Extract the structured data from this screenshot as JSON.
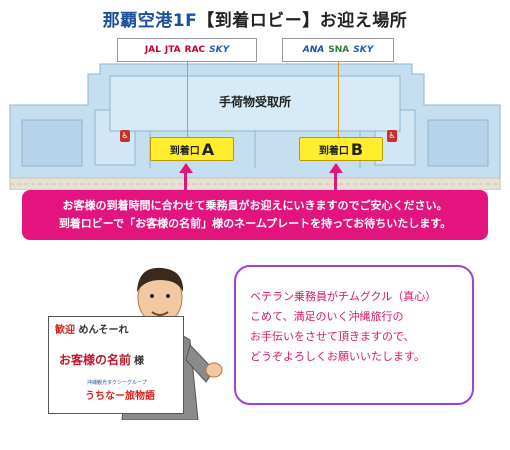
{
  "title": {
    "location": "那覇空港1F",
    "rest": "【到着ロビー】お迎え場所"
  },
  "logos": {
    "left": [
      "JAL",
      "JTA",
      "RAC",
      "SKY"
    ],
    "right": [
      "ANA",
      "SNA",
      "SKY"
    ]
  },
  "floor": {
    "baggage_claim": "手荷物受取所",
    "gate_a": {
      "prefix": "到着口",
      "letter": "A"
    },
    "gate_b": {
      "prefix": "到着口",
      "letter": "B"
    },
    "restroom_symbol": "♿"
  },
  "banner": {
    "line1": "お客様の到着時間に合わせて乗務員がお迎えにいきますのでご安心ください。",
    "line2": "到着ロビーで「お客様の名前」様のネームプレートを持ってお待ちいたします。"
  },
  "speech": {
    "line1": "ベテラン乗務員がチムグクル（真心）",
    "line2": "こめて、満足のいく沖縄旅行の",
    "line3": "お手伝いをさせて頂きますので、",
    "line4": "どうぞよろしくお願いいたします。"
  },
  "sign": {
    "welcome_a": "歓迎",
    "welcome_b": "めんそーれ",
    "name": "お客様の名前",
    "sama": "様",
    "small": "沖縄観光タクシーグループ",
    "brand": "うちなー旅物語"
  },
  "colors": {
    "accent_pink": "#e3147e",
    "gate_yellow": "#ffed2e",
    "floor_blue": "#c6dff0",
    "speech_border": "#a13ee0"
  }
}
